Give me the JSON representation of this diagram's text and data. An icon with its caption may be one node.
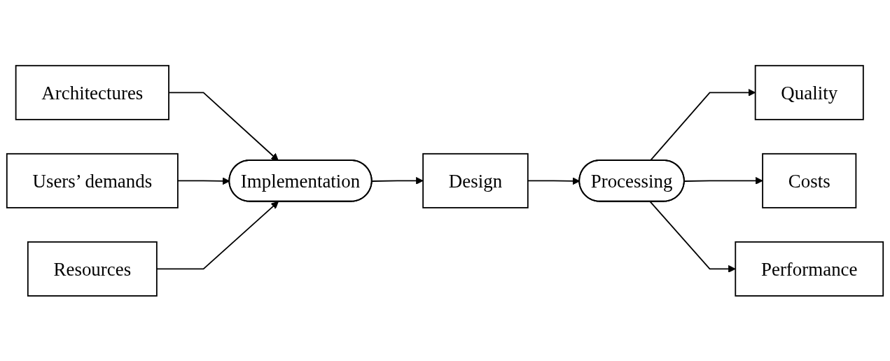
{
  "diagram": {
    "nodes": [
      {
        "text": [
          "Architectures"
        ]
      },
      {
        "text": [
          "Quality"
        ]
      },
      {
        "text": [
          "Users’ demands"
        ]
      },
      {
        "text": [
          "Implementation"
        ]
      },
      {
        "text": [
          "Design"
        ]
      },
      {
        "text": [
          "Processing"
        ]
      },
      {
        "text": [
          "Costs"
        ]
      },
      {
        "text": [
          "Resources"
        ]
      },
      {
        "text": [
          "Performance"
        ]
      }
    ],
    "edges": [
      {
        "from": 0,
        "to": 3,
        "arrow": "to"
      },
      {
        "from": 2,
        "to": 3,
        "arrow": "to"
      },
      {
        "from": 7,
        "to": 3,
        "arrow": "to"
      },
      {
        "from": 3,
        "to": 4,
        "arrow": "to"
      },
      {
        "from": 4,
        "to": 5,
        "arrow": "to"
      },
      {
        "from": 5,
        "to": 1,
        "arrow": "to"
      },
      {
        "from": 5,
        "to": 6,
        "arrow": "to"
      },
      {
        "from": 5,
        "to": 8,
        "arrow": "to"
      }
    ]
  }
}
